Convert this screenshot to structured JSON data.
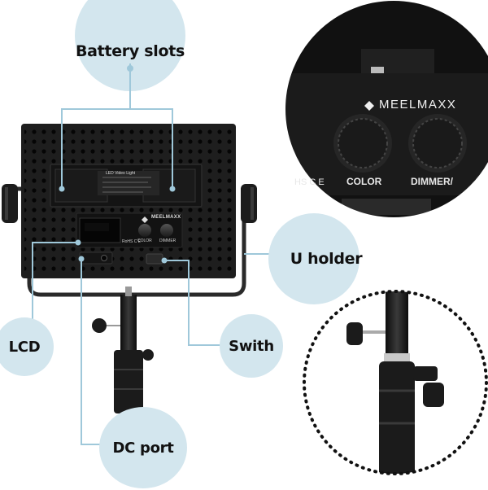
{
  "callouts": {
    "battery_slots": "Battery slots",
    "u_holder": "U holder",
    "lcd": "LCD",
    "swith": "Swith",
    "dc_port": "DC port"
  },
  "panel": {
    "brand": "MEELMAXX",
    "knob_left_label": "COLOR",
    "knob_right_label": "DIMMER",
    "cert_mark": "RoHS C E",
    "sticker_title": "LED Video Light"
  },
  "zoom_panel": {
    "brand": "MEELMAXX",
    "knob_left_label": "COLOR",
    "knob_right_label": "DIMMER/",
    "cert_mark": "HS C E"
  },
  "colors": {
    "bubble": "#d3e6ee",
    "leader_line": "#9fc8da",
    "panel_body": "#1e1e1e"
  }
}
